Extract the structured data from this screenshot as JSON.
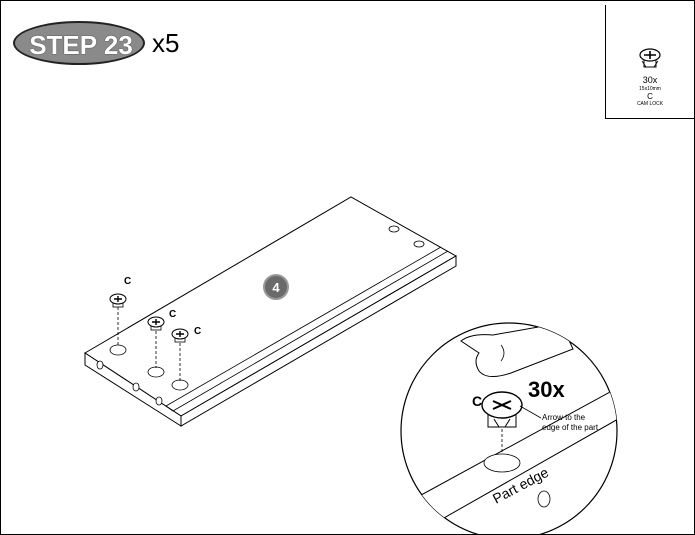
{
  "header": {
    "step_label": "STEP 23",
    "multiplier": "x5"
  },
  "hardware": {
    "quantity": "30x",
    "size": "15x10mm",
    "code": "C",
    "name": "CAM LOCK",
    "icon": "cam-lock-icon"
  },
  "board": {
    "part_number": "4",
    "cam_labels": [
      "C",
      "C",
      "C"
    ]
  },
  "detail": {
    "quantity": "30x",
    "cam_label": "C",
    "arrow_note_line1": "Arrow to the",
    "arrow_note_line2": "edge of the part",
    "edge_label": "Part edge"
  }
}
